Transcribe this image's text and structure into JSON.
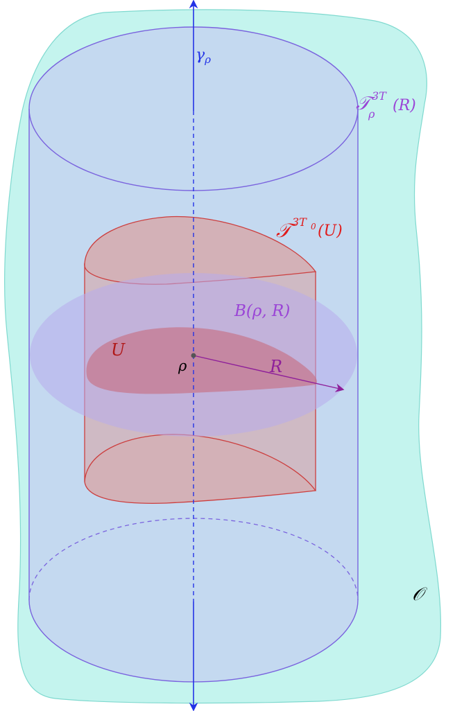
{
  "labels": {
    "gamma": "γ",
    "gamma_sub": "ρ",
    "tube_main": "𝒯",
    "tube_sup": "3T",
    "tube_sub": "ρ",
    "tube_arg": "(R)",
    "tu_main": "𝒯",
    "tu_sup": "3T",
    "tu_sup_sub": "0",
    "tu_arg": "(U)",
    "ball": "B(ρ, R)",
    "u": "U",
    "rho": "ρ",
    "radius": "R",
    "domain": "𝒪"
  },
  "colors": {
    "region_fill": "#c4f4ee",
    "region_stroke": "#7fd9cf",
    "cylinder_fill": "#c3d6f0",
    "cylinder_stroke": "#7a63de",
    "red_stroke": "#cc3e3e",
    "red_fill": "#d9a0a0",
    "ball_fill": "#b8acec",
    "u_fill": "#c76b7d",
    "axis": "#2333e6",
    "radius_arrow": "#8e1f9a",
    "label_purple": "#9a44d6",
    "label_red": "#e01b1b",
    "label_darkred": "#b01818",
    "label_black": "#000000"
  }
}
